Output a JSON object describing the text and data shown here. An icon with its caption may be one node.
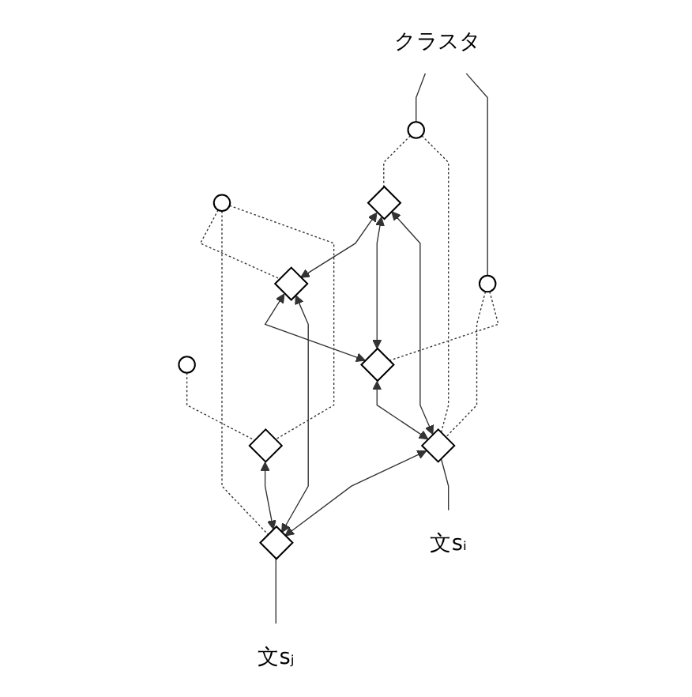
{
  "diagram": {
    "nodes": [
      {
        "text": [
          "クラスタ"
        ]
      },
      {
        "text": [],
        "shape": "circle"
      },
      {
        "text": [],
        "shape": "circle"
      },
      {
        "text": [],
        "shape": "circle"
      },
      {
        "text": [],
        "shape": "circle"
      },
      {
        "text": [],
        "shape": "diamond"
      },
      {
        "text": [],
        "shape": "diamond"
      },
      {
        "text": [],
        "shape": "diamond"
      },
      {
        "text": [],
        "shape": "diamond"
      },
      {
        "text": [],
        "shape": "diamond"
      },
      {
        "text": [],
        "shape": "diamond"
      },
      {
        "text": [
          "文sᵢ"
        ]
      },
      {
        "text": [
          "文sⱼ"
        ]
      }
    ],
    "edges": [
      {
        "from": 0,
        "to": 1,
        "arrow": "none"
      },
      {
        "from": 0,
        "to": 2,
        "arrow": "none"
      },
      {
        "from": 1,
        "to": 5,
        "arrow": "none",
        "style": "dashed"
      },
      {
        "from": 1,
        "to": 9,
        "arrow": "none",
        "style": "dashed"
      },
      {
        "from": 2,
        "to": 9,
        "arrow": "none",
        "style": "dashed"
      },
      {
        "from": 2,
        "to": 8,
        "arrow": "none",
        "style": "dashed"
      },
      {
        "from": 3,
        "to": 6,
        "arrow": "none",
        "style": "dashed"
      },
      {
        "from": 3,
        "to": 10,
        "arrow": "none",
        "style": "dashed"
      },
      {
        "from": 3,
        "to": 7,
        "arrow": "none",
        "style": "dashed"
      },
      {
        "from": 4,
        "to": 7,
        "arrow": "none",
        "style": "dashed"
      },
      {
        "from": 5,
        "to": 6,
        "arrow": "both"
      },
      {
        "from": 5,
        "to": 8,
        "arrow": "both"
      },
      {
        "from": 6,
        "to": 8,
        "arrow": "both"
      },
      {
        "from": 5,
        "to": 9,
        "arrow": "both"
      },
      {
        "from": 8,
        "to": 9,
        "arrow": "both"
      },
      {
        "from": 6,
        "to": 10,
        "arrow": "both"
      },
      {
        "from": 7,
        "to": 10,
        "arrow": "both"
      },
      {
        "from": 9,
        "to": 10,
        "arrow": "both"
      },
      {
        "from": 9,
        "to": 11,
        "arrow": "none"
      },
      {
        "from": 10,
        "to": 12,
        "arrow": "none"
      }
    ]
  }
}
